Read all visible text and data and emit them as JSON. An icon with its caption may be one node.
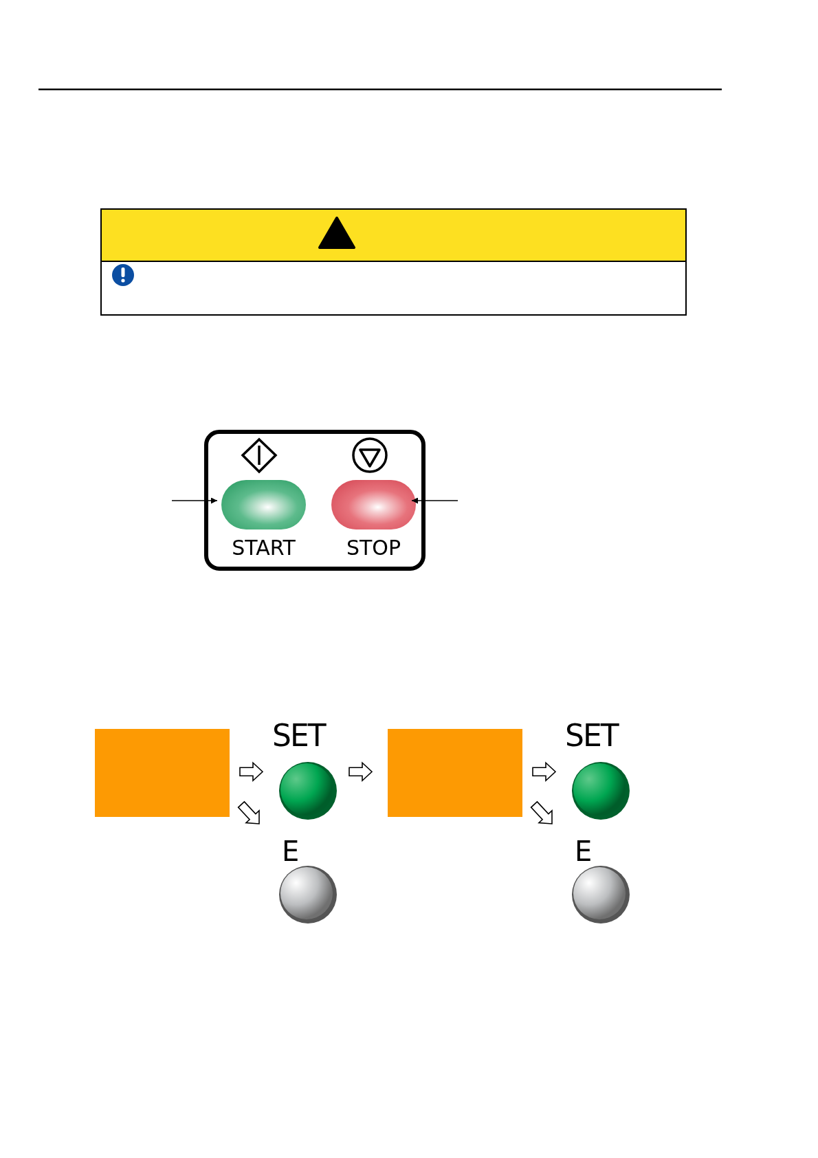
{
  "diagram": {
    "nodes": [
      {
        "text": [],
        "shape": "box"
      },
      {
        "text": [
          "START"
        ],
        "in": 0
      },
      {
        "text": [
          "STOP"
        ],
        "in": 0
      },
      {
        "text": [],
        "shape": "box"
      },
      {
        "text": [
          "SET"
        ]
      },
      {
        "text": [
          "E"
        ]
      },
      {
        "text": [],
        "shape": "box"
      },
      {
        "text": [
          "SET"
        ]
      },
      {
        "text": [
          "E"
        ]
      }
    ],
    "edges": [
      {
        "from": null,
        "to": 1,
        "arrow": "to"
      },
      {
        "from": null,
        "to": 2,
        "arrow": "to"
      },
      {
        "from": 3,
        "to": 4,
        "arrow": "to"
      },
      {
        "from": 3,
        "to": 5,
        "arrow": "to"
      },
      {
        "from": 4,
        "to": 6,
        "arrow": "to"
      },
      {
        "from": 6,
        "to": 7,
        "arrow": "to"
      },
      {
        "from": 6,
        "to": 8,
        "arrow": "to"
      }
    ]
  }
}
